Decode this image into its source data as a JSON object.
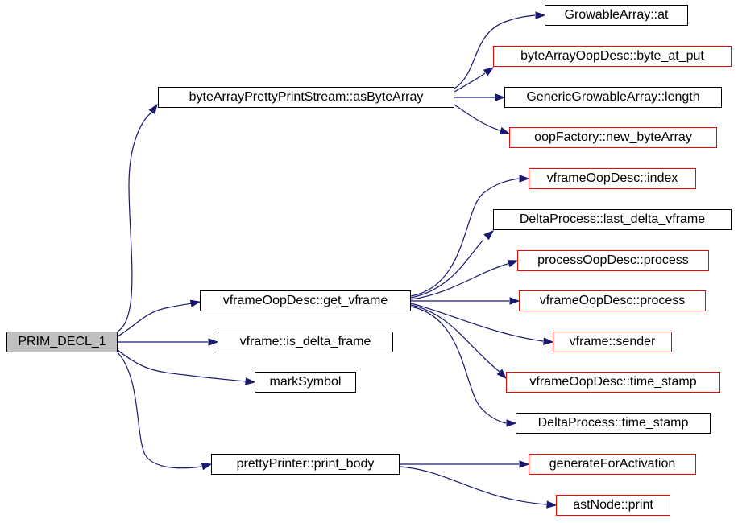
{
  "colors": {
    "edge": "#191970",
    "node_border": "#000000",
    "external_border": "#ff0000",
    "root_fill": "#bfbfbf"
  },
  "nodes": {
    "prim_decl_1": "PRIM_DECL_1",
    "as_byte_array": "byteArrayPrettyPrintStream::asByteArray",
    "get_vframe": "vframeOopDesc::get_vframe",
    "is_delta_frame": "vframe::is_delta_frame",
    "mark_symbol": "markSymbol",
    "print_body": "prettyPrinter::print_body",
    "growable_at": "GrowableArray::at",
    "byte_at_put": "byteArrayOopDesc::byte_at_put",
    "generic_length": "GenericGrowableArray::length",
    "new_byte_array": "oopFactory::new_byteArray",
    "vframe_index": "vframeOopDesc::index",
    "last_delta_vframe": "DeltaProcess::last_delta_vframe",
    "process_process": "processOopDesc::process",
    "vframe_process": "vframeOopDesc::process",
    "vframe_sender": "vframe::sender",
    "vframe_time_stamp": "vframeOopDesc::time_stamp",
    "delta_time_stamp": "DeltaProcess::time_stamp",
    "generate_for_activation": "generateForActivation",
    "ast_print": "astNode::print"
  }
}
